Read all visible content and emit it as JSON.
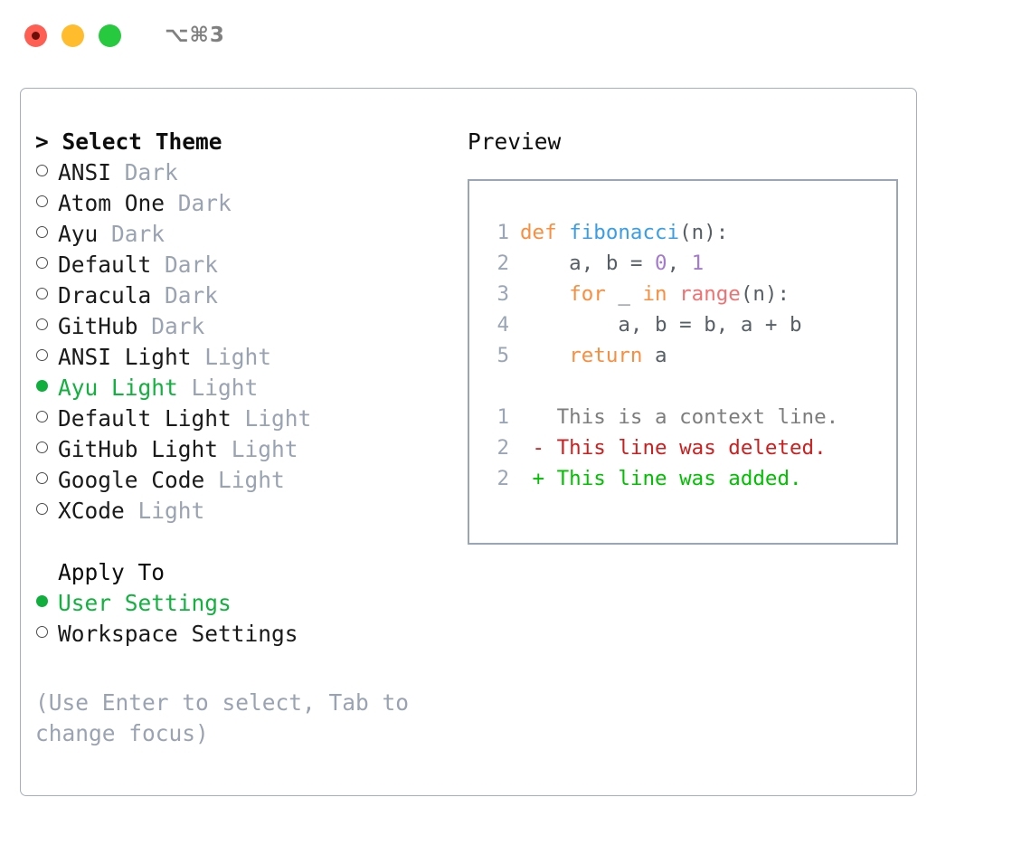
{
  "window": {
    "title": "⌥⌘3",
    "traffic_lights": [
      "close-red",
      "minimize-yellow",
      "zoom-green"
    ]
  },
  "theme_section": {
    "heading": "> Select Theme",
    "items": [
      {
        "label": "ANSI",
        "badge": "Dark",
        "selected": false
      },
      {
        "label": "Atom One",
        "badge": "Dark",
        "selected": false
      },
      {
        "label": "Ayu",
        "badge": "Dark",
        "selected": false
      },
      {
        "label": "Default",
        "badge": "Dark",
        "selected": false
      },
      {
        "label": "Dracula",
        "badge": "Dark",
        "selected": false
      },
      {
        "label": "GitHub",
        "badge": "Dark",
        "selected": false
      },
      {
        "label": "ANSI Light",
        "badge": "Light",
        "selected": false
      },
      {
        "label": "Ayu Light",
        "badge": "Light",
        "selected": true
      },
      {
        "label": "Default Light",
        "badge": "Light",
        "selected": false
      },
      {
        "label": "GitHub Light",
        "badge": "Light",
        "selected": false
      },
      {
        "label": "Google Code",
        "badge": "Light",
        "selected": false
      },
      {
        "label": "XCode",
        "badge": "Light",
        "selected": false
      }
    ]
  },
  "apply_section": {
    "heading": "Apply To",
    "items": [
      {
        "label": "User Settings",
        "selected": true
      },
      {
        "label": "Workspace Settings",
        "selected": false
      }
    ]
  },
  "hint": "(Use Enter to select, Tab to change focus)",
  "preview": {
    "heading": "Preview",
    "code_lines": [
      {
        "n": "1",
        "tokens": [
          {
            "t": "def ",
            "cls": "kw"
          },
          {
            "t": "fibonacci",
            "cls": "fn"
          },
          {
            "t": "(n):",
            "cls": "pl"
          }
        ]
      },
      {
        "n": "2",
        "tokens": [
          {
            "t": "    a, b = ",
            "cls": "pl"
          },
          {
            "t": "0",
            "cls": "num"
          },
          {
            "t": ", ",
            "cls": "pl"
          },
          {
            "t": "1",
            "cls": "num"
          }
        ]
      },
      {
        "n": "3",
        "tokens": [
          {
            "t": "    ",
            "cls": "pl"
          },
          {
            "t": "for",
            "cls": "kw"
          },
          {
            "t": " _ ",
            "cls": "pl"
          },
          {
            "t": "in",
            "cls": "kw"
          },
          {
            "t": " ",
            "cls": "pl"
          },
          {
            "t": "range",
            "cls": "bi"
          },
          {
            "t": "(n):",
            "cls": "pl"
          }
        ]
      },
      {
        "n": "4",
        "tokens": [
          {
            "t": "        a, b = b, a + b",
            "cls": "pl"
          }
        ]
      },
      {
        "n": "5",
        "tokens": [
          {
            "t": "    ",
            "cls": "pl"
          },
          {
            "t": "return",
            "cls": "kw"
          },
          {
            "t": " a",
            "cls": "pl"
          }
        ]
      }
    ],
    "diff_lines": [
      {
        "n": "1",
        "sign": "  ",
        "text": "This is a context line.",
        "cls": "ctx"
      },
      {
        "n": "2",
        "sign": "- ",
        "text": "This line was deleted.",
        "cls": "del"
      },
      {
        "n": "2",
        "sign": "+ ",
        "text": "This line was added.",
        "cls": "add"
      }
    ]
  },
  "colors": {
    "keyword": "#fa8d3e",
    "function": "#399ee6",
    "number": "#a37acc",
    "builtin": "#f07171",
    "plain": "#575f66",
    "line_number": "#9aa6b6",
    "context": "#7d7d7d",
    "deleted": "#cc1f1f",
    "added": "#00c000",
    "selected": "#13b13f",
    "badge": "#9aa3b2",
    "border": "#9aa6b6"
  }
}
